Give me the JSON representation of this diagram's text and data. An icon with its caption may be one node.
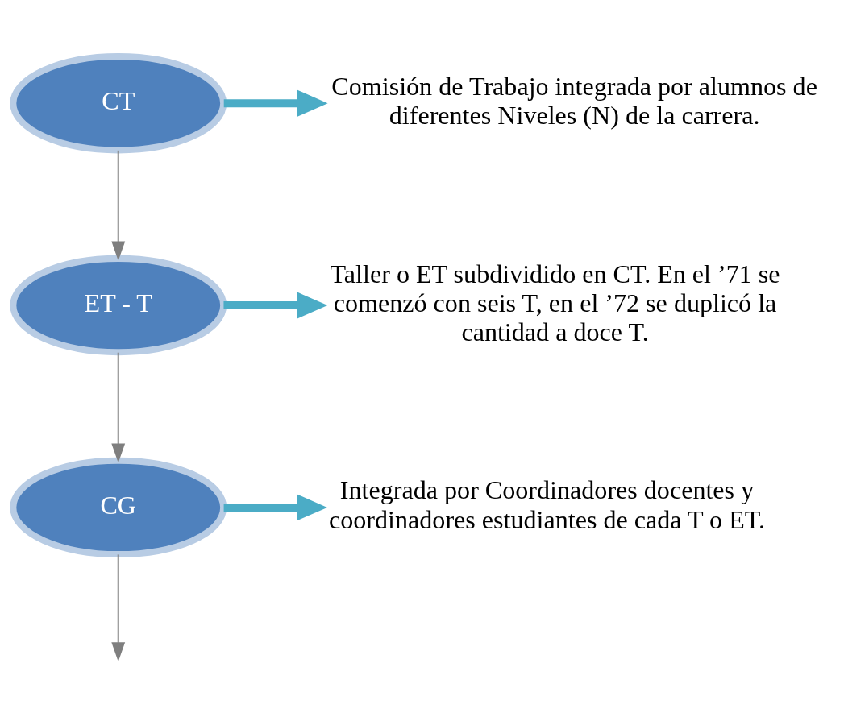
{
  "diagram": {
    "nodes": [
      {
        "text": [
          "CT"
        ]
      },
      {
        "text": [
          "Comisión de Trabajo integrada por alumnos de diferentes Niveles (N) de la carrera."
        ]
      },
      {
        "text": [
          "ET - T"
        ]
      },
      {
        "text": [
          "Taller o ET subdividido en CT. En el ’71 se comenzó con seis T, en el ’72 se duplicó la cantidad a doce T."
        ]
      },
      {
        "text": [
          "CG"
        ]
      },
      {
        "text": [
          "Integrada por Coordinadores docentes y coordinadores estudiantes de cada T o ET."
        ]
      }
    ],
    "edges": [
      {
        "from": 0,
        "to": 1,
        "arrow": "to",
        "style": "thick",
        "color": "#4bacc6"
      },
      {
        "from": 0,
        "to": 2,
        "arrow": "to"
      },
      {
        "from": 2,
        "to": 3,
        "arrow": "to",
        "style": "thick",
        "color": "#4bacc6"
      },
      {
        "from": 2,
        "to": 4,
        "arrow": "to"
      },
      {
        "from": 4,
        "to": 5,
        "arrow": "to",
        "style": "thick",
        "color": "#4bacc6"
      },
      {
        "from": 4,
        "to": null,
        "arrow": "to"
      }
    ]
  }
}
